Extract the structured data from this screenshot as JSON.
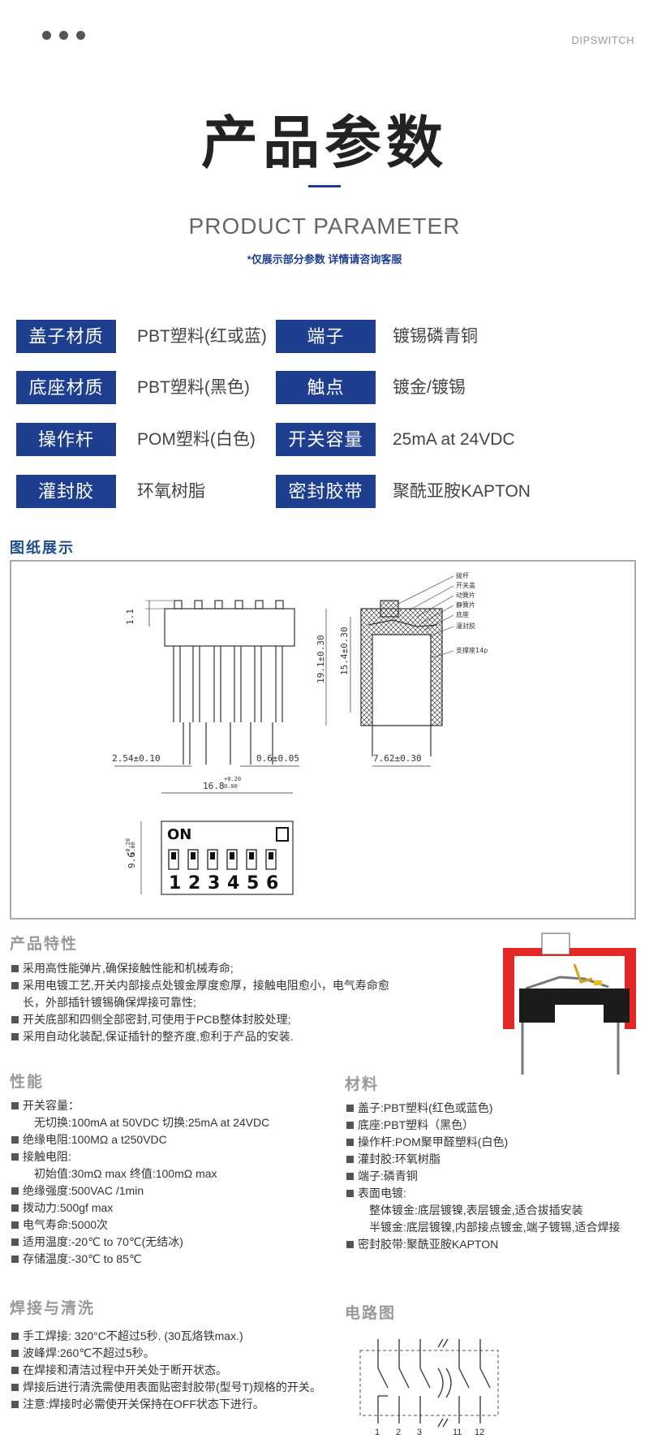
{
  "header": {
    "brand": "DIPSWITCH",
    "title": "产品参数",
    "subtitle": "PRODUCT PARAMETER",
    "note": "*仅展示部分参数 详情请咨询客服"
  },
  "params": [
    {
      "label": "盖子材质",
      "value": "PBT塑料(红或蓝)"
    },
    {
      "label": "端子",
      "value": "镀锡磷青铜"
    },
    {
      "label": "底座材质",
      "value": "PBT塑料(黑色)"
    },
    {
      "label": "触点",
      "value": "镀金/镀锡"
    },
    {
      "label": "操作杆",
      "value": "POM塑料(白色)"
    },
    {
      "label": "开关容量",
      "value": "25mA at 24VDC"
    },
    {
      "label": "灌封胶",
      "value": "环氧树脂"
    },
    {
      "label": "密封胶带",
      "value": "聚酰亚胺KAPTON"
    }
  ],
  "drawing": {
    "title": "图纸展示",
    "dims": {
      "pitch": "2.54±0.10",
      "pin": "0.6±0.05",
      "row": "7.62±0.30",
      "h1": "19.1±0.30",
      "h2": "15.4±0.30",
      "w": "16.8",
      "w_tol_up": "+0.20",
      "w_tol_dn": "0.00",
      "d": "9.6",
      "d_tol_up": "+0.20",
      "d_tol_dn": "0.00",
      "top": "1.1"
    },
    "parts": [
      "拨杆",
      "开关盖",
      "动簧片",
      "静簧片",
      "底座",
      "灌封胶",
      "支撑座14p"
    ],
    "switch_on": "ON",
    "switch_numbers": [
      "1",
      "2",
      "3",
      "4",
      "5",
      "6"
    ]
  },
  "features": {
    "title": "产品特性",
    "items": [
      "采用高性能弹片,确保接触性能和机械寿命;",
      "采用电镀工艺,开关内部接点处镀金厚度愈厚，接触电阻愈小，电气寿命愈",
      "开关底部和四侧全部密封,可使用于PCB整体封胶处理;",
      "采用自动化装配,保证插针的整齐度,愈利于产品的安装."
    ],
    "item2_cont": "长，外部插针镀锡确保焊接可靠性;"
  },
  "performance": {
    "title": "性能",
    "l1": "开关容量：",
    "l1a": "无切换:100mA at 50VDC  切换:25mA at 24VDC",
    "l2": "绝缘电阻:100MΩ a t250VDC",
    "l3": "接触电阻:",
    "l3a": "初始值:30mΩ max     终值:100mΩ max",
    "l4": "绝缘强度:500VAC /1min",
    "l5": "拨动力:500gf max",
    "l6": "电气寿命:5000次",
    "l7": "适用温度:-20℃   to 70℃(无结冰)",
    "l8": "存储温度:-30℃   to 85℃"
  },
  "materials": {
    "title": "材料",
    "l1": "盖子:PBT塑料(红色或蓝色)",
    "l2": "底座:PBT塑料（黑色）",
    "l3": "操作杆:POM聚甲醛塑料(白色)",
    "l4": "灌封胶:环氧树脂",
    "l5": "端子:磷青铜",
    "l6": "表面电镀:",
    "l6a": "整体镀金:底层镀镍,表层镀金,适合拔插安装",
    "l6b": "半镀金:底层镀镍,内部接点镀金,端子镀锡,适合焊接",
    "l7": "密封胶带:聚酰亚胺KAPTON"
  },
  "welding": {
    "title": "焊接与清洗",
    "items": [
      "手工焊接: 320°C不超过5秒. (30瓦烙铁max.)",
      "波峰焊:260℃不超过5秒。",
      "在焊接和清洁过程中开关处于断开状态。",
      "焊接后进行清洗需使用表面贴密封胶带(型号T)规格的开关。",
      "注意:焊接时必需使开关保持在OFF状态下进行。"
    ]
  },
  "circuit": {
    "title": "电路图",
    "labels": [
      "1",
      "2",
      "3",
      "11",
      "12"
    ]
  }
}
